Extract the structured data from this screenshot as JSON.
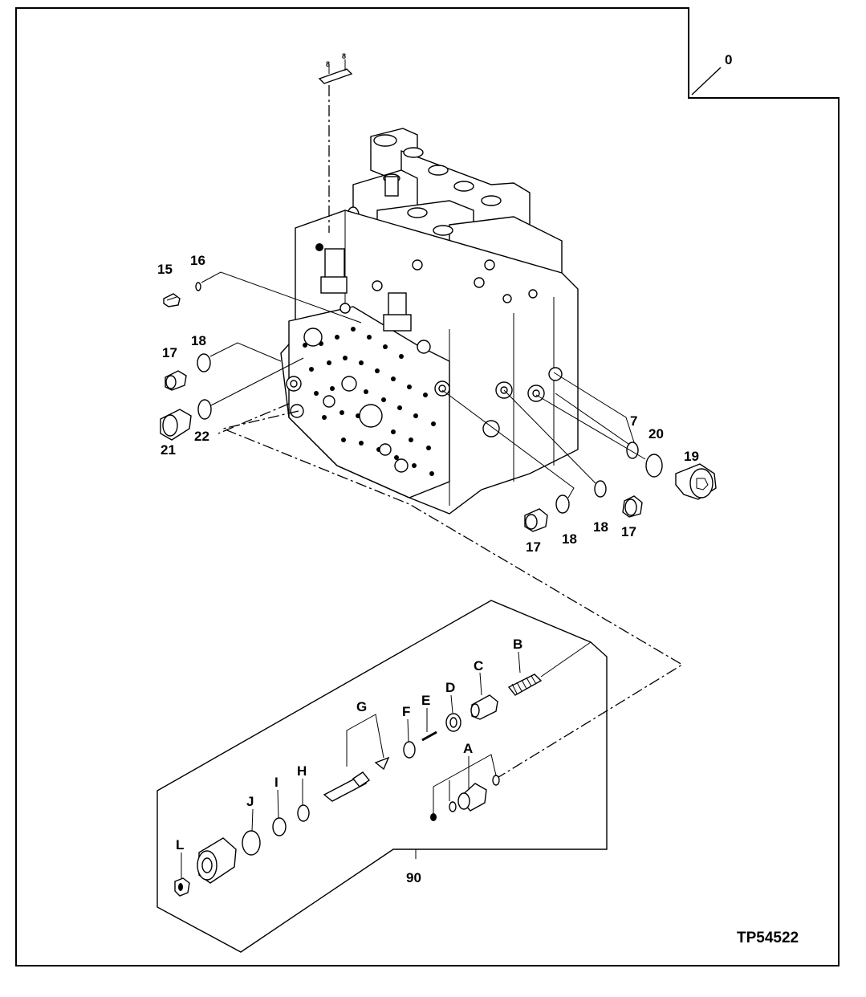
{
  "figure_id": "TP54522",
  "assembly_callout": "0",
  "kit_callout": "90",
  "tag_callouts": [
    "8",
    "8"
  ],
  "valve_parts": [
    {
      "id": "p15",
      "label": "15"
    },
    {
      "id": "p16",
      "label": "16"
    },
    {
      "id": "p17a",
      "label": "17"
    },
    {
      "id": "p18a",
      "label": "18"
    },
    {
      "id": "p21",
      "label": "21"
    },
    {
      "id": "p22",
      "label": "22"
    },
    {
      "id": "p7",
      "label": "7"
    },
    {
      "id": "p20",
      "label": "20"
    },
    {
      "id": "p19",
      "label": "19"
    },
    {
      "id": "p17b",
      "label": "17"
    },
    {
      "id": "p18b",
      "label": "18"
    },
    {
      "id": "p18c",
      "label": "18"
    },
    {
      "id": "p17c",
      "label": "17"
    }
  ],
  "kit_parts": [
    {
      "id": "kA",
      "label": "A"
    },
    {
      "id": "kB",
      "label": "B"
    },
    {
      "id": "kC",
      "label": "C"
    },
    {
      "id": "kD",
      "label": "D"
    },
    {
      "id": "kE",
      "label": "E"
    },
    {
      "id": "kF",
      "label": "F"
    },
    {
      "id": "kG",
      "label": "G"
    },
    {
      "id": "kH",
      "label": "H"
    },
    {
      "id": "kI",
      "label": "I"
    },
    {
      "id": "kJ",
      "label": "J"
    },
    {
      "id": "kL",
      "label": "L"
    }
  ]
}
